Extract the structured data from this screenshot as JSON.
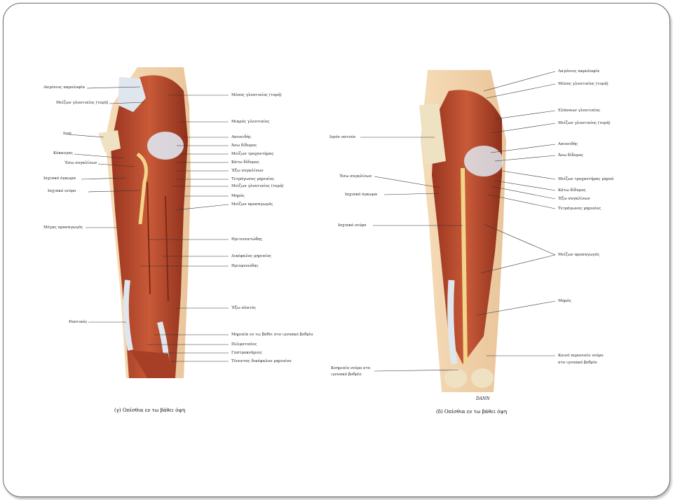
{
  "figure_left": {
    "caption": "(γ) Οπίσθια εν τω βάθει όψη",
    "labels_left": [
      "Λαγόνιος ακρολοφία",
      "Μείζων γλουτιαίος (τομή)",
      "Ιερό",
      "Κόκκυγας",
      "Έσω συγκλίνων",
      "Ισχιακό όγκωμα",
      "Ισχιακό νεύρο",
      "Μέγας προσαγωγός",
      "Ραπτικός"
    ],
    "labels_right": [
      "Μέσος γλουτιαίος (τομή)",
      "Μικρός γλουτιαίος",
      "Απιοειδής",
      "Άνω δίδυμος",
      "Μείζων τροχαντήρας",
      "Κάτω δίδυμος",
      "Έξω συγκλίνων",
      "Τετράγωνος μηριαίος",
      "Μείζων γλουτιαίος (τομή)",
      "Μηρός",
      "Μείζων προσαγωγός",
      "Ημιτενοντώδης",
      "Δικέφαλος μηριαίος",
      "Ημιυμενώδης",
      "Έξω πλατύς",
      "Μηριαία εν τω βάθει στο ιγνυακό βοθρίο",
      "Πελματιαίος",
      "Γαστροκνήμιος",
      "Τένοντας δικέφαλου μηριαίου"
    ]
  },
  "figure_right": {
    "caption": "(δ) Οπίσθια εν τω βάθει όψη",
    "signature": "DANN",
    "labels_left": [
      "Ιερόν οστούν",
      "Έσω συγκλίνων",
      "Ισχιακό όγκωμα",
      "Ισχιακό νεύρο",
      "Κνημιαίο νεύρο στο",
      "ιγνυακό βοθρίο"
    ],
    "labels_right": [
      "Λαγόνιος ακρολοφία",
      "Μέσος γλουτιαίος (τομή)",
      "Ελάσσων γλουτιαίος",
      "Μείζων γλουτιαίος (τομή)",
      "Απιοειδής",
      "Άνω δίδυμος",
      "Μείζων τροχαντήρας μηρού",
      "Κάτω δίδυμος",
      "Έξω συγκλίνων",
      "Τετράγωνος μηριαίος",
      "Μείζων προσαγωγός",
      "Μηρός",
      "Κοινό περονιαίο νεύρο",
      "στο ιγνυακό βοθρίο"
    ]
  },
  "colors": {
    "muscle": "#b5452a",
    "muscle_dark": "#8a2e1a",
    "muscle_light": "#d0684a",
    "skin": "#f3d6b0",
    "tendon": "#dfe6ee",
    "nerve": "#f2d48a",
    "bone": "#efe2c2",
    "leader": "#333333"
  }
}
